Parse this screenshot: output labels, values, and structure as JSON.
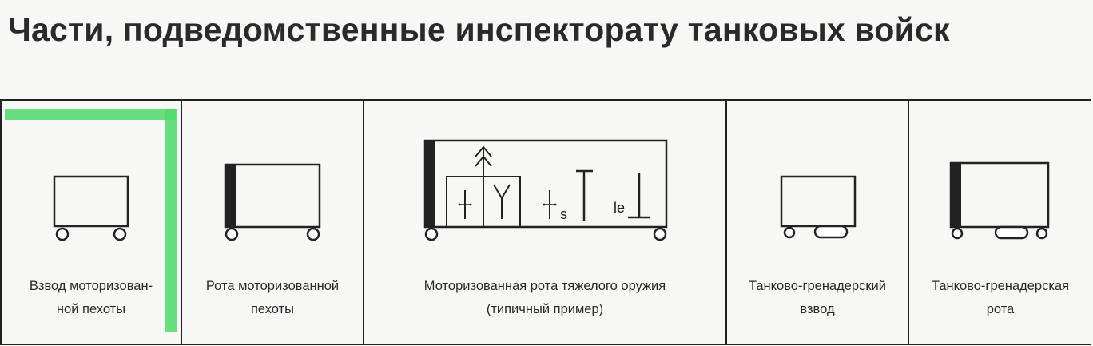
{
  "title": "Части, подведомственные инспекторату танковых войск",
  "units": [
    {
      "line1": "Взвод моторизован-",
      "line2": "ной пехоты"
    },
    {
      "line1": "Рота моторизованной",
      "line2": "пехоты"
    },
    {
      "line1": "Моторизованная рота тяжелого оружия",
      "line2": "(типичный пример)"
    },
    {
      "line1": "Танково-гренадерский",
      "line2": "взвод"
    },
    {
      "line1": "Танково-гренадерская",
      "line2": "рота"
    }
  ],
  "symbol_labels": {
    "s": "s",
    "le": "le"
  },
  "highlight_color": "#4fd96a"
}
